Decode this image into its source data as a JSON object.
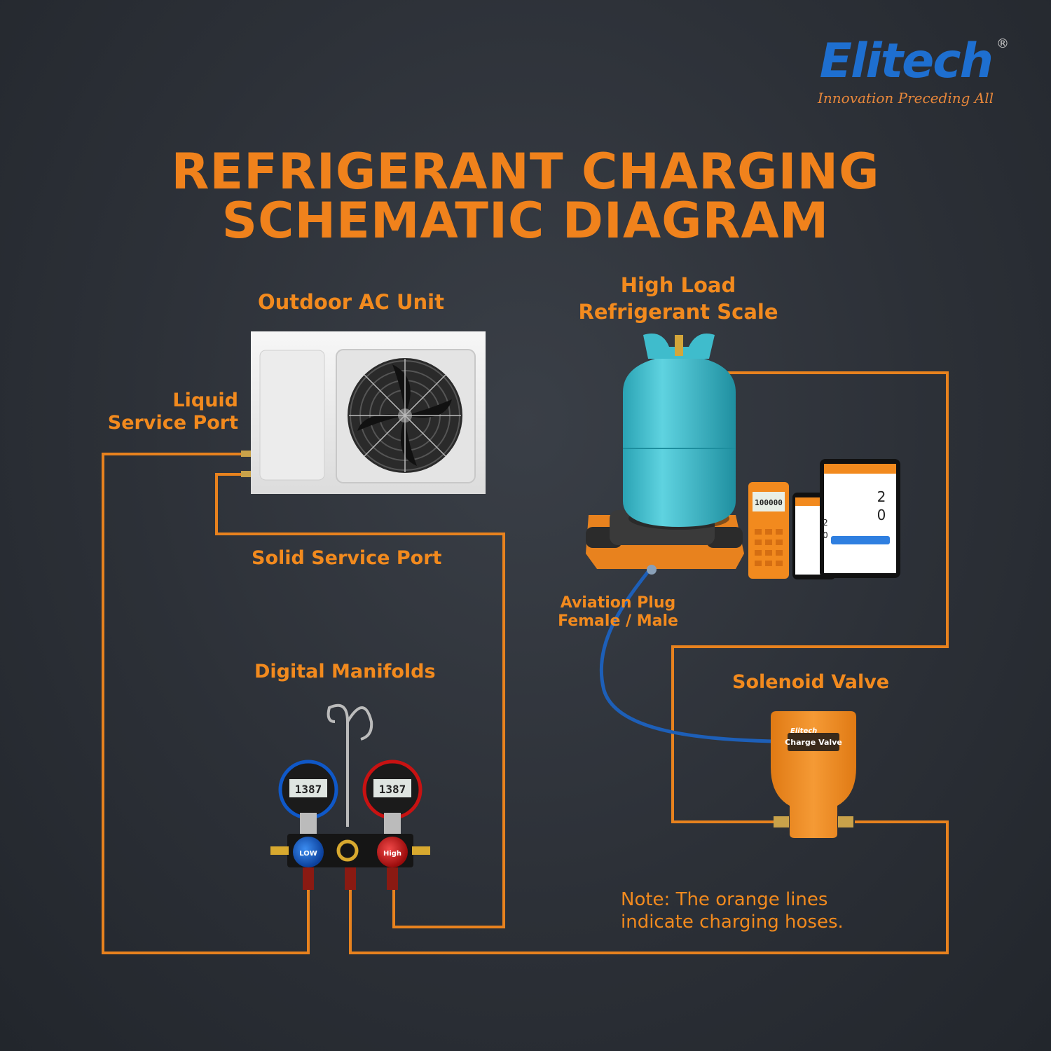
{
  "brand": {
    "name": "Elitech",
    "registered_mark": "®",
    "tagline": "Innovation Preceding All",
    "brand_color": "#1e6fd0"
  },
  "title": {
    "line1": "REFRIGERANT CHARGING",
    "line2": "SCHEMATIC DIAGRAM"
  },
  "labels": {
    "outdoor_unit": "Outdoor AC Unit",
    "scale_line1": "High Load",
    "scale_line2": "Refrigerant Scale",
    "liquid_port_line1": "Liquid",
    "liquid_port_line2": "Service Port",
    "solid_port": "Solid Service Port",
    "aviation_line1": "Aviation Plug",
    "aviation_line2": "Female / Male",
    "digital_manifolds": "Digital Manifolds",
    "solenoid_valve": "Solenoid Valve"
  },
  "device_text": {
    "valve_brand": "Elitech",
    "valve_label": "Charge Valve",
    "gauge_reading_low": "1387",
    "gauge_reading_high": "1387",
    "knob_low": "LOW",
    "knob_high": "High",
    "scale_display": "100000",
    "tablet_value_1": "2",
    "tablet_value_2": "0",
    "phone_value_1": "2",
    "phone_value_2": "0"
  },
  "note": {
    "line1": "Note: The orange lines",
    "line2": "indicate charging hoses."
  },
  "colors": {
    "accent_orange": "#f28a1e",
    "hose_orange": "#e8821e",
    "cable_blue": "#1d5fb8",
    "cylinder_teal": "#3fbccc",
    "background": "#2c3037"
  },
  "icons": [
    "ac-unit-icon",
    "fan-icon",
    "refrigerant-cylinder-icon",
    "scale-icon",
    "phone-icon",
    "tablet-icon",
    "manifold-icon",
    "solenoid-valve-icon"
  ]
}
